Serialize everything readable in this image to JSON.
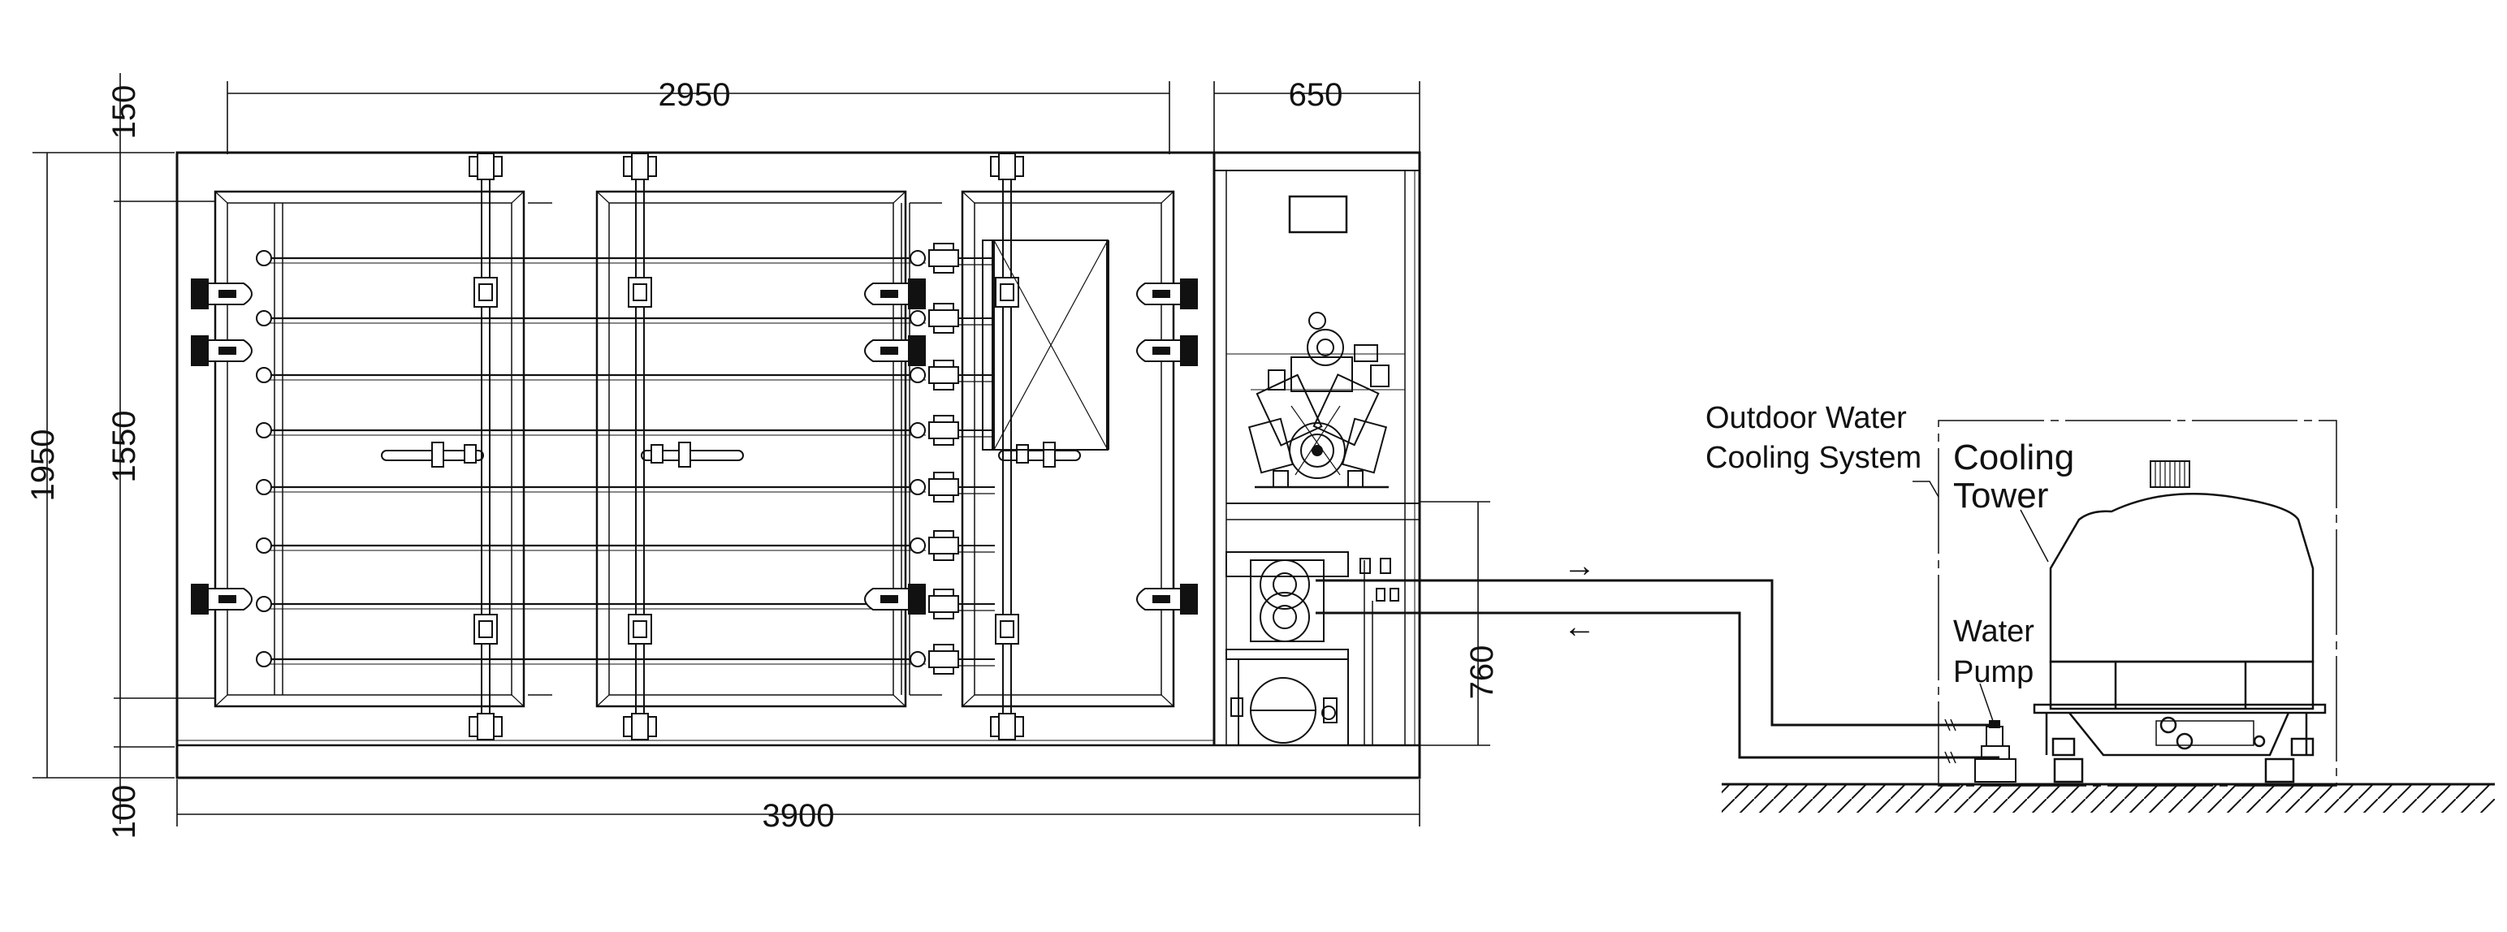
{
  "dimensions": {
    "overall_width": "3900",
    "chamber_width": "2950",
    "machine_width": "650",
    "overall_height": "1950",
    "top_margin": "150",
    "chamber_height": "1550",
    "base_height": "100",
    "pipe_height": "760"
  },
  "labels": {
    "outdoor_line1": "Outdoor Water",
    "outdoor_line2": "Cooling System",
    "tower_line1": "Cooling",
    "tower_line2": "Tower",
    "pump_line1": "Water",
    "pump_line2": "Pump"
  },
  "flow": {
    "supply_arrow": "→",
    "return_arrow": "←"
  },
  "colors": {
    "line": "#111111",
    "background": "#ffffff"
  }
}
